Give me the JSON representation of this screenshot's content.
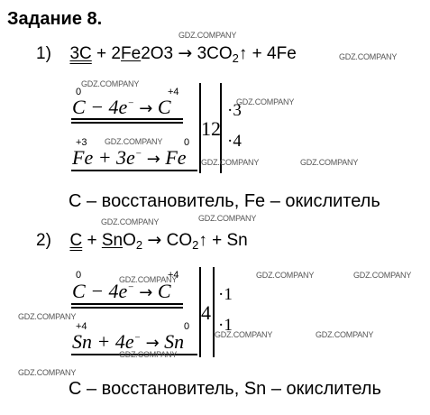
{
  "title": "Задание 8.",
  "task1": {
    "num": "1)",
    "coef_c": "3C",
    "plus1": " + 2",
    "fe": "Fe",
    "o3": "2O3",
    "arrow": "→",
    "co2": " 3CO",
    "co2_sub": "2",
    "up": "↑",
    "tail": " + 4Fe",
    "h1_left": "C",
    "h1_mid": " − 4e",
    "h1_sup": "−",
    "h1_arrow": "→",
    "h1_right": "C",
    "h1_ox_left": "0",
    "h1_ox_right": "+4",
    "h2_left": "Fe",
    "h2_mid": " + 3e",
    "h2_sup": "−",
    "h2_arrow": "→",
    "h2_right": "Fe",
    "h2_ox_left": "+3",
    "h2_ox_right": "0",
    "lcm": "12",
    "m1": "·3",
    "m2": "·4",
    "conclusion": "C – восстановитель, Fe – окислитель"
  },
  "task2": {
    "num": "2)",
    "c": "C",
    "plus1": " + ",
    "sn": "Sn",
    "o2": "O",
    "o2_sub": "2",
    "arrow": "→",
    "co2": " CO",
    "co2_sub": "2",
    "up": "↑",
    "tail": " + Sn",
    "h1_left": "C",
    "h1_mid": " − 4e",
    "h1_sup": "−",
    "h1_arrow": "→",
    "h1_right": "C",
    "h1_ox_left": "0",
    "h1_ox_right": "+4",
    "h2_left": "Sn",
    "h2_mid": " + 4e",
    "h2_sup": "−",
    "h2_arrow": "→",
    "h2_right": "Sn",
    "h2_ox_left": "+4",
    "h2_ox_right": "0",
    "lcm": "4",
    "m1": "·1",
    "m2": "·1",
    "conclusion": "C – восстановитель, Sn – окислитель"
  },
  "watermark": "GDZ.COMPANY"
}
